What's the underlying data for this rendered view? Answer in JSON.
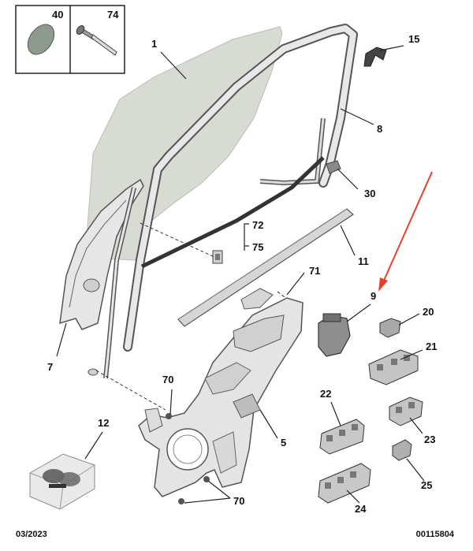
{
  "legend": {
    "items": [
      {
        "number": "40",
        "icon": "adhesive-patch-icon"
      },
      {
        "number": "74",
        "icon": "rivet-icon"
      }
    ]
  },
  "callouts": {
    "c1": "1",
    "c15": "15",
    "c8": "8",
    "c30": "30",
    "c72": "72",
    "c75": "75",
    "c11": "11",
    "c71": "71",
    "c9": "9",
    "c20": "20",
    "c21": "21",
    "c7": "7",
    "c70a": "70",
    "c12": "12",
    "c5": "5",
    "c22": "22",
    "c23": "23",
    "c25": "25",
    "c24": "24",
    "c70b": "70"
  },
  "footer": {
    "date": "03/2023",
    "code": "00115804"
  },
  "colors": {
    "glass": "#d7dbd3",
    "part_fill": "#e6e6e6",
    "part_stroke": "#555555",
    "dark_part": "#8a8a8a",
    "highlight_arrow": "#e8402a"
  }
}
